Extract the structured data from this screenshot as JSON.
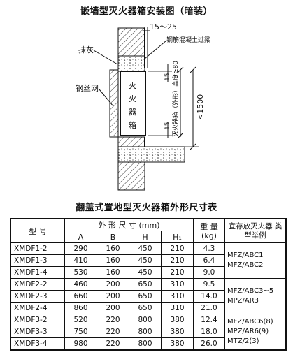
{
  "diagram": {
    "title": "嵌墙型灭火器箱安装图（暗装）",
    "dim_top": "15～25",
    "label_beam": "钢筋混凝土过梁",
    "label_plaster": "抹灰",
    "label_mesh": "钢丝网",
    "box_text": [
      "灭",
      "火",
      "器",
      "箱"
    ],
    "dim_15_top": "15",
    "dim_15_bottom": "15",
    "dim_height": "灭火器箱（外形）高度≥80",
    "dim_1500": "<1500"
  },
  "table": {
    "title": "翻盖式置地型灭火器箱外形尺寸表",
    "headers": {
      "model": "型 号",
      "dims": "外 形 尺 寸 (mm)",
      "weight": "重 量",
      "weight_unit": "(kg)",
      "example": "宜存放灭火器 类型举例",
      "A": "A",
      "B": "B",
      "H": "H",
      "H1": "H₁"
    },
    "rows": [
      {
        "model": "XMDF1-2",
        "A": "290",
        "B": "160",
        "H": "450",
        "H1": "210",
        "kg": "4.3"
      },
      {
        "model": "XMDF1-3",
        "A": "410",
        "B": "160",
        "H": "450",
        "H1": "210",
        "kg": "6.4"
      },
      {
        "model": "XMDF1-4",
        "A": "530",
        "B": "160",
        "H": "450",
        "H1": "210",
        "kg": "9.0"
      },
      {
        "model": "XMDF2-2",
        "A": "460",
        "B": "200",
        "H": "650",
        "H1": "310",
        "kg": "9.5"
      },
      {
        "model": "XMDF2-3",
        "A": "660",
        "B": "200",
        "H": "650",
        "H1": "310",
        "kg": "14.0"
      },
      {
        "model": "XMDF2-4",
        "A": "860",
        "B": "200",
        "H": "650",
        "H1": "310",
        "kg": "21.0"
      },
      {
        "model": "XMDF3-2",
        "A": "520",
        "B": "220",
        "H": "800",
        "H1": "380",
        "kg": "12.4"
      },
      {
        "model": "XMDF3-3",
        "A": "750",
        "B": "220",
        "H": "800",
        "H1": "380",
        "kg": "18.0"
      },
      {
        "model": "XMDF3-4",
        "A": "980",
        "B": "220",
        "H": "800",
        "H1": "380",
        "kg": "26.0"
      }
    ],
    "examples": {
      "g1": [
        "MFZ/ABC1",
        "MFZ/ABC2"
      ],
      "g2": [
        "MFZ/ABC3~5",
        "MPZ/AR3"
      ],
      "g3": [
        "MFZ/ABC6(8)",
        "MPZ/AR6(9)",
        "MTZ/2(3)"
      ]
    }
  }
}
